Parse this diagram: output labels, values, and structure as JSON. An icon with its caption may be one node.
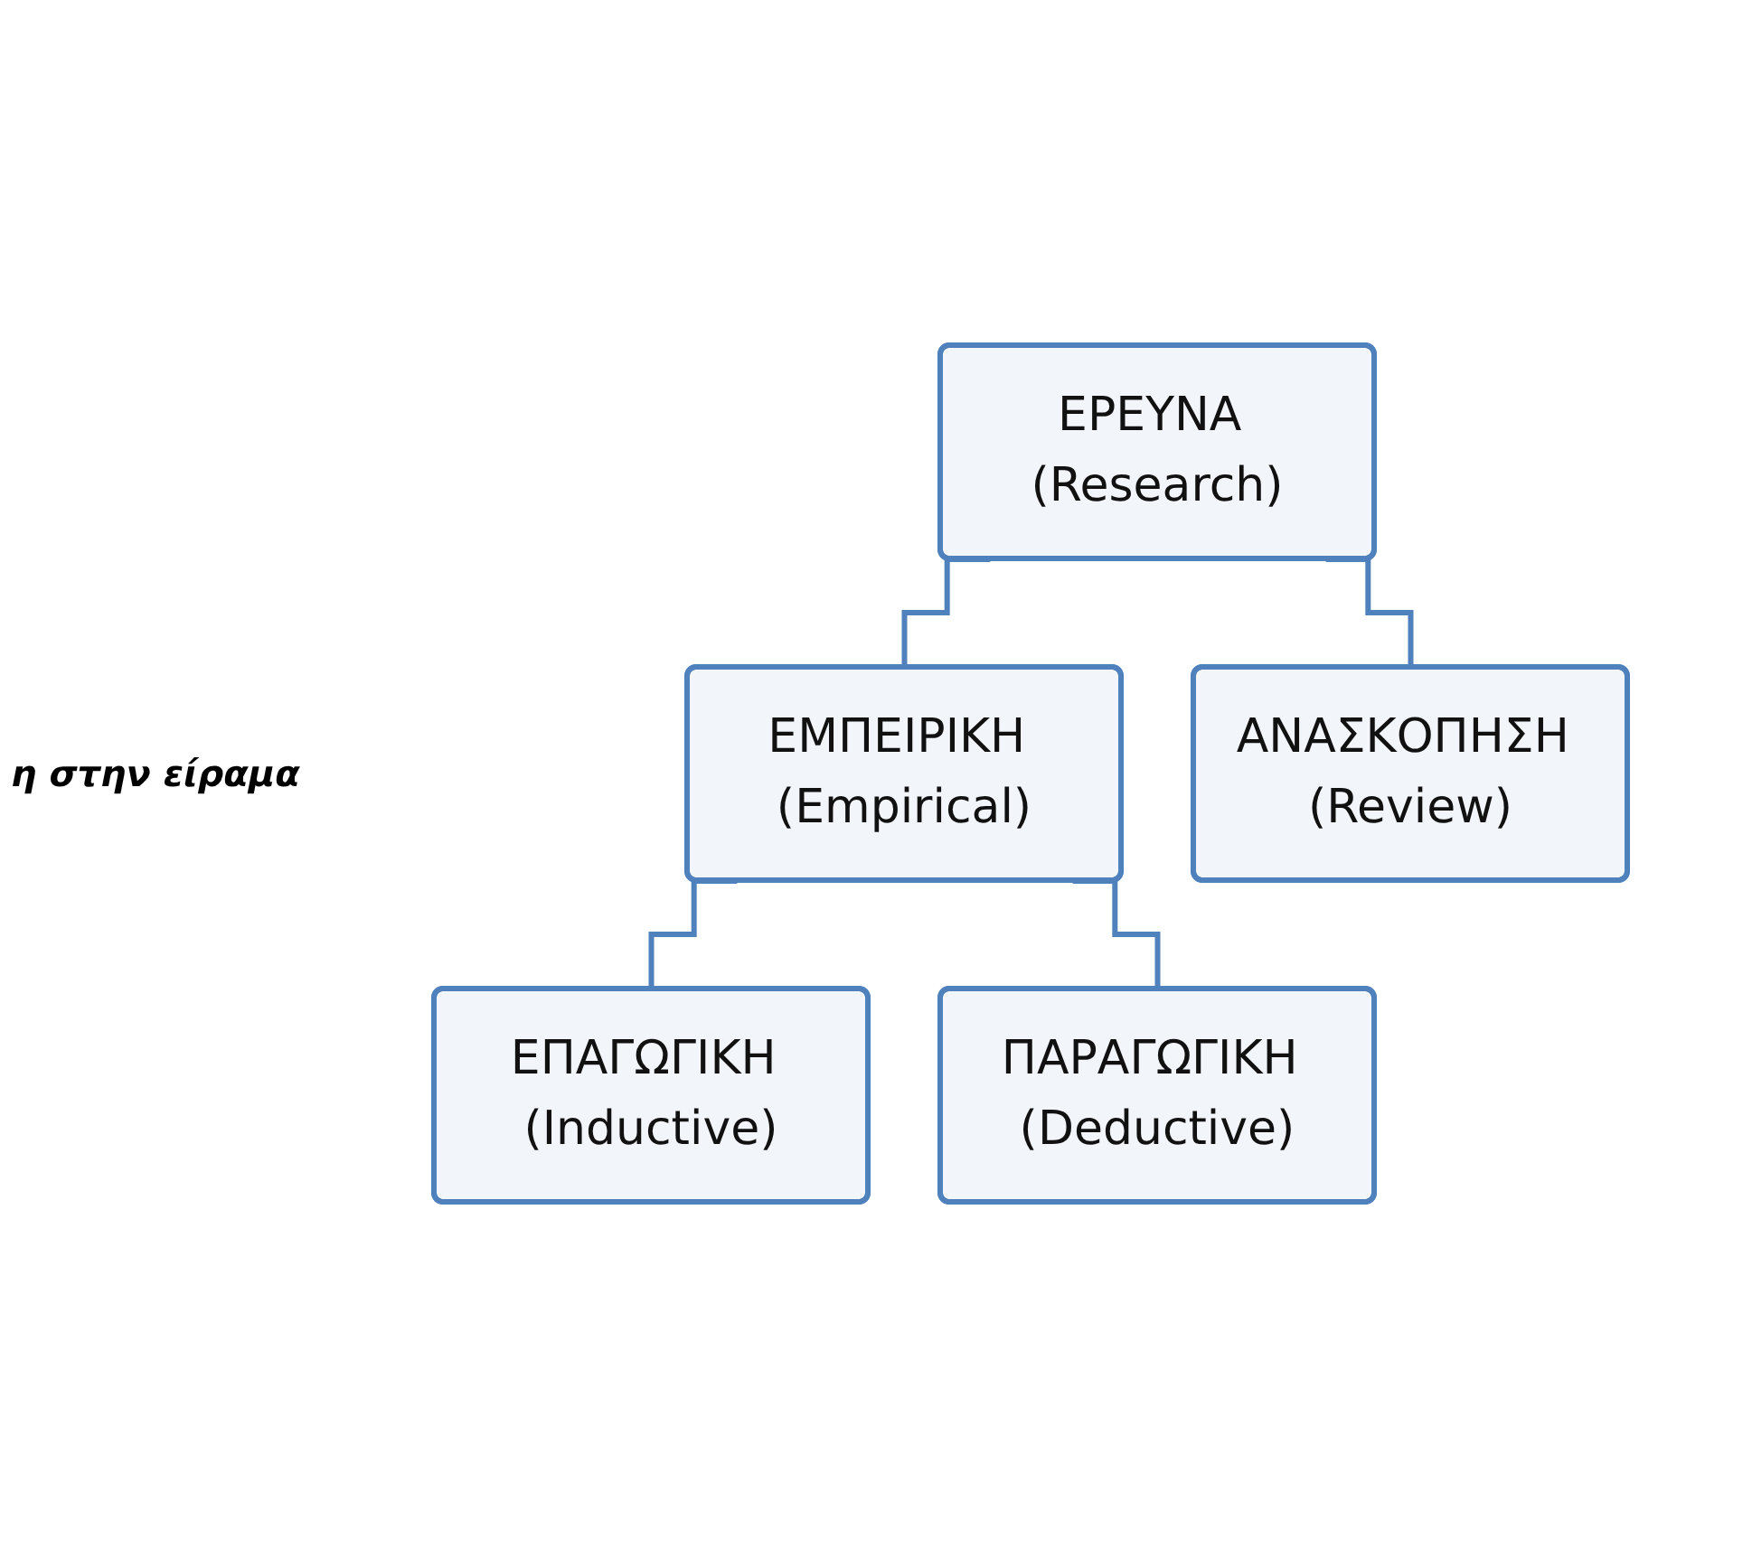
{
  "diagram": {
    "nodes": [
      {
        "text": [
          "ΕΡΕΥΝΑ (Research)"
        ]
      },
      {
        "text": [
          "ΕΜΠΕΙΡΙΚΗ (Empirical)"
        ]
      },
      {
        "text": [
          "ΑΝΑΣΚΟΠΗΣΗ (Review)"
        ]
      },
      {
        "text": [
          "ΕΠΑΓΩΓΙΚΗ (Inductive)"
        ]
      },
      {
        "text": [
          "ΠΑΡΑΓΩΓΙΚΗ (Deductive)"
        ]
      }
    ],
    "edges": [
      {
        "from": 0,
        "to": 1,
        "arrow": "none"
      },
      {
        "from": 0,
        "to": 2,
        "arrow": "none"
      },
      {
        "from": 1,
        "to": 3,
        "arrow": "none"
      },
      {
        "from": 1,
        "to": 4,
        "arrow": "none"
      }
    ],
    "labels": [
      "η στην είραμα"
    ]
  }
}
